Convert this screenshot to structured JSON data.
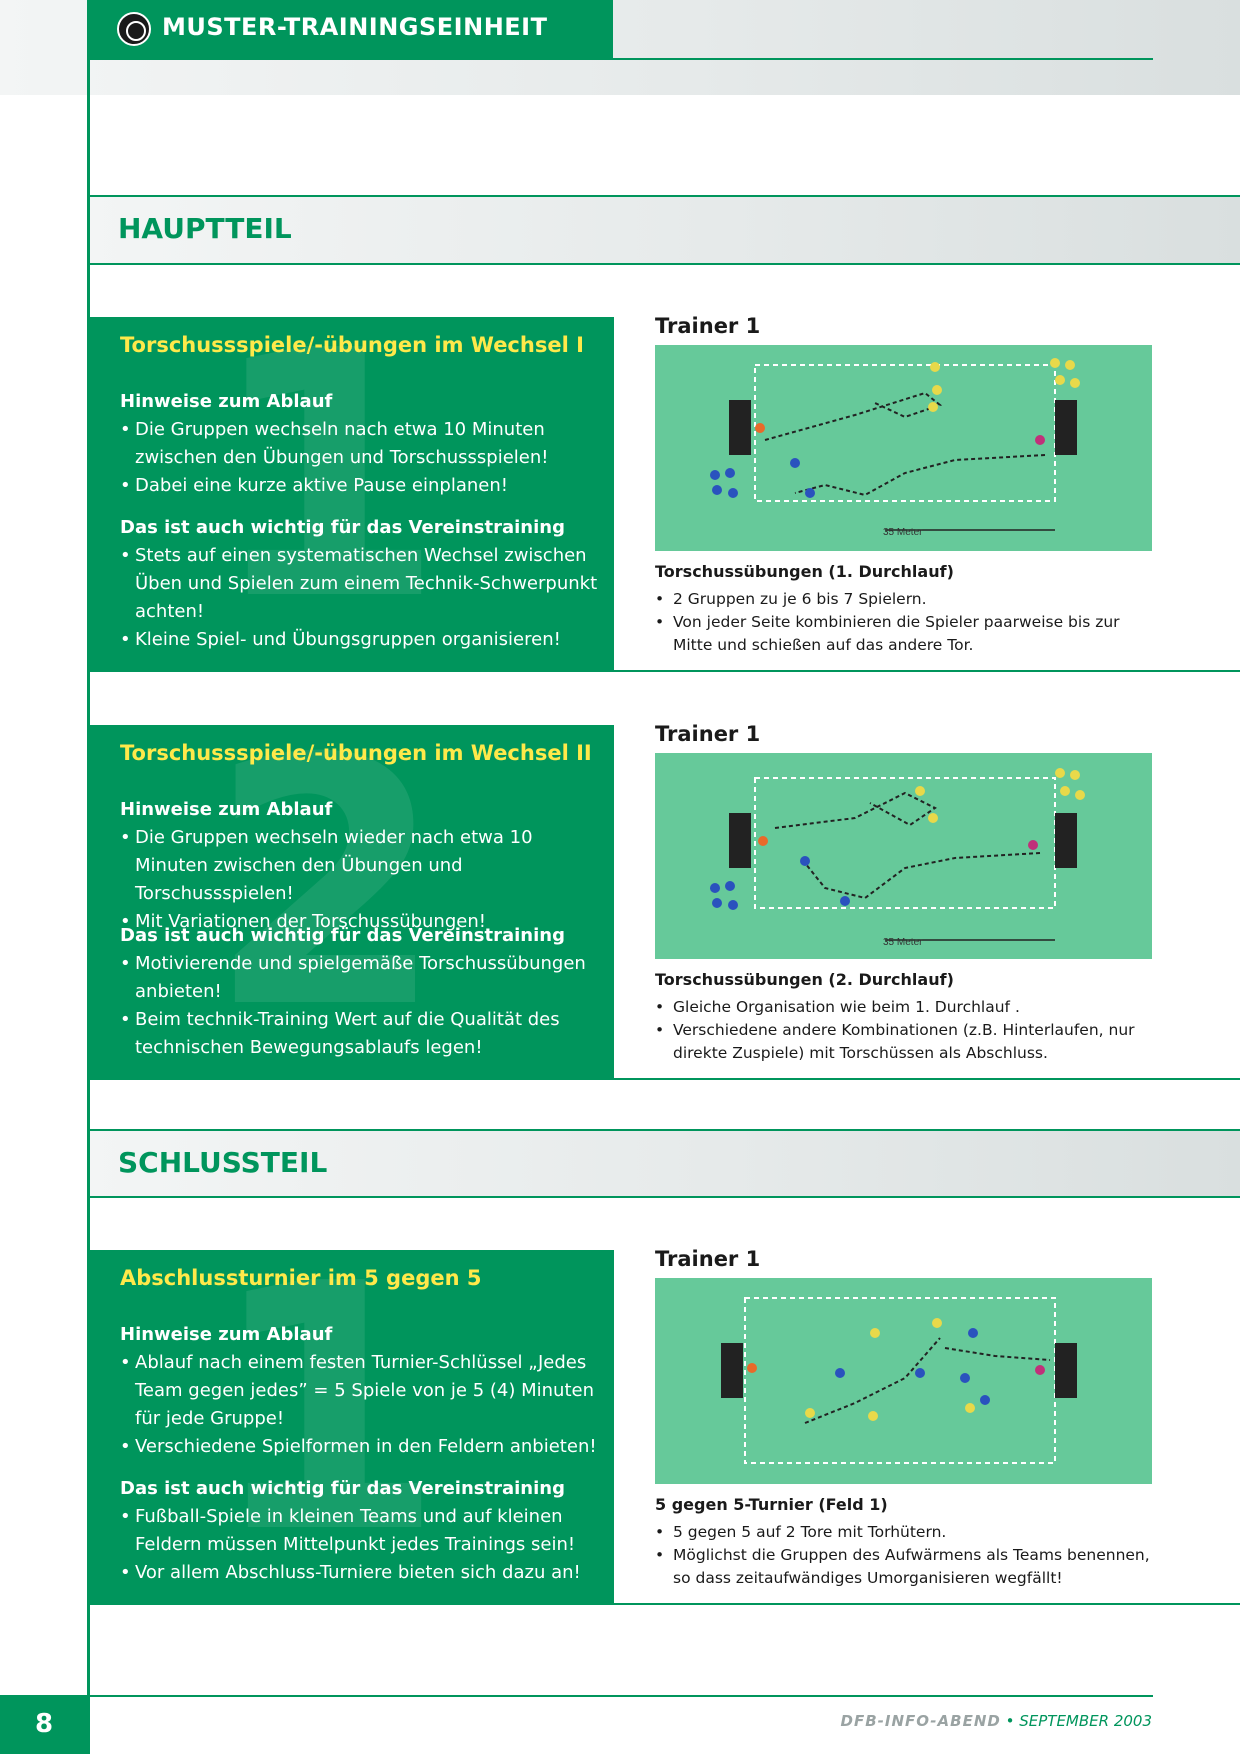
{
  "header": {
    "title": "MUSTER-TRAININGSEINHEIT",
    "logo_icon": "dfb-logo-icon"
  },
  "sections": {
    "main": "HAUPTTEIL",
    "final": "SCHLUSSTEIL"
  },
  "blocks": [
    {
      "number": "1",
      "title": "Torschussspiele/-übungen im Wechsel I",
      "sub1": "Hinweise zum Ablauf",
      "items1": [
        "Die Gruppen wechseln nach etwa 10 Minuten zwischen den Übungen und Torschussspielen!",
        "Dabei eine kurze aktive Pause einplanen!"
      ],
      "sub2": "Das ist auch wichtig für das Vereinstraining",
      "items2": [
        "Stets auf einen systematischen Wechsel zwischen Üben und Spielen zum einem Technik-Schwerpunkt achten!",
        "Kleine Spiel- und Übungsgruppen organisieren!"
      ],
      "trainer": "Trainer 1",
      "field_label": "35 Meter",
      "caption": "Torschussübungen (1. Durchlauf)",
      "desc": [
        "2 Gruppen zu je 6 bis 7 Spielern.",
        "Von jeder Seite kombinieren die Spieler paarweise bis zur Mitte und schießen auf das andere Tor."
      ]
    },
    {
      "number": "2",
      "title": "Torschussspiele/-übungen im Wechsel II",
      "sub1": "Hinweise zum Ablauf",
      "items1": [
        "Die Gruppen wechseln wieder nach etwa 10 Minuten zwischen den Übungen und Torschussspielen!",
        "Mit Variationen der Torschussübungen!"
      ],
      "sub2": "Das ist auch wichtig für das Vereinstraining",
      "items2": [
        "Motivierende und spielgemäße Torschussübungen anbieten!",
        "Beim technik-Training Wert auf die Qualität des technischen Bewegungsablaufs legen!"
      ],
      "trainer": "Trainer 1",
      "field_label": "35 Meter",
      "caption": "Torschussübungen (2. Durchlauf)",
      "desc": [
        "Gleiche Organisation wie beim 1. Durchlauf .",
        "Verschiedene andere Kombinationen (z.B. Hinterlaufen, nur direkte Zuspiele) mit Torschüssen als Abschluss."
      ]
    },
    {
      "number": "1",
      "title": "Abschlussturnier im 5 gegen 5",
      "sub1": "Hinweise zum Ablauf",
      "items1": [
        "Ablauf nach einem festen Turnier-Schlüssel „Jedes Team gegen jedes” = 5 Spiele von je 5 (4) Minuten für jede Gruppe!",
        "Verschiedene Spielformen in den Feldern anbieten!"
      ],
      "sub2": "Das ist auch wichtig für das Vereinstraining",
      "items2": [
        "Fußball-Spiele in kleinen Teams und auf kleinen Feldern müssen Mittelpunkt jedes Trainings sein!",
        "Vor allem Abschluss-Turniere bieten sich dazu an!"
      ],
      "trainer": "Trainer 1",
      "caption": "5 gegen 5-Turnier (Feld 1)",
      "desc": [
        "5 gegen 5 auf 2 Tore mit Torhütern.",
        "Möglichst die Gruppen des Aufwärmens als Teams benennen, so dass zeitaufwändiges Umorganisieren wegfällt!"
      ]
    }
  ],
  "footer": {
    "page": "8",
    "magazine": "DFB-INFO-ABEND",
    "date": "SEPTEMBER 2003"
  },
  "colors": {
    "green": "#00955c",
    "yellow": "#ffe94a",
    "field": "#66c99a"
  }
}
